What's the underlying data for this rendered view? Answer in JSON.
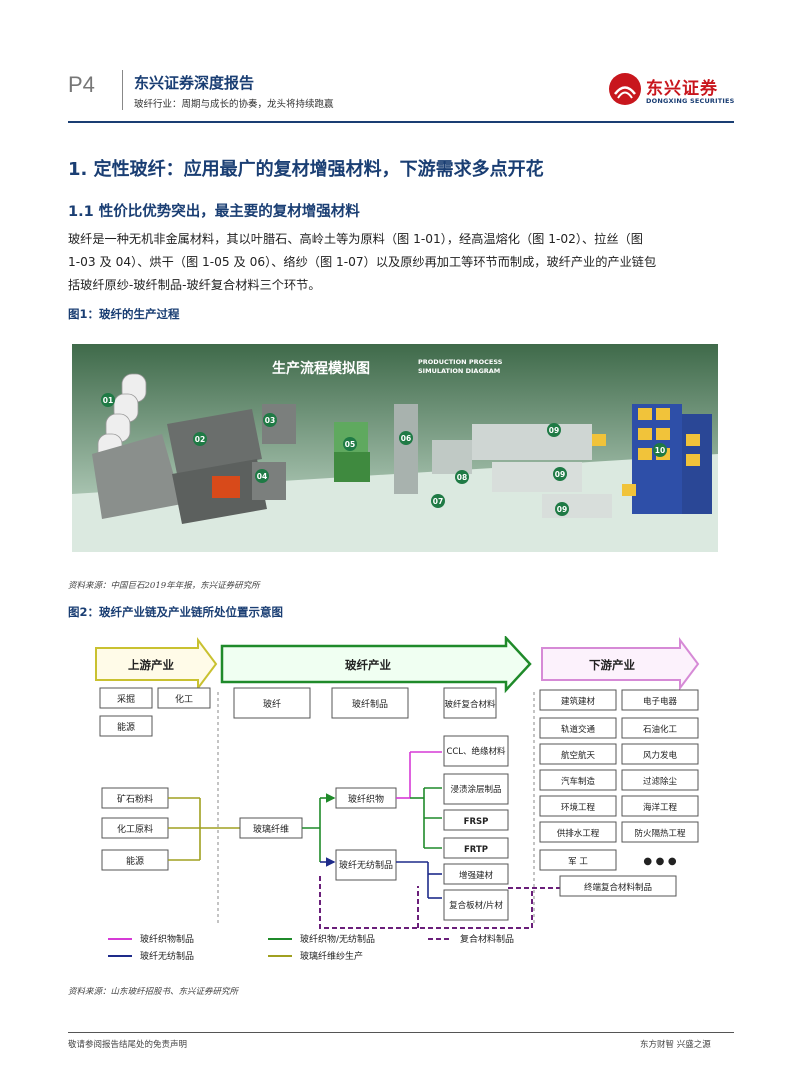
{
  "header": {
    "page_number": "P4",
    "title": "东兴证券深度报告",
    "subtitle": "玻纤行业：周期与成长的协奏，龙头将持续跑赢",
    "logo_cn": "东兴证券",
    "logo_en": "DONGXING SECURITIES"
  },
  "section": {
    "h1": "1. 定性玻纤：应用最广的复材增强材料，下游需求多点开花",
    "h2": "1.1 性价比优势突出，最主要的复材增强材料",
    "paragraph_lines": [
      "玻纤是一种无机非金属材料，其以叶腊石、高岭土等为原料（图 1-01），经高温熔化（图 1-02）、拉丝（图",
      "1-03 及 04）、烘干（图 1-05 及 06）、络纱（图 1-07）以及原纱再加工等环节而制成，玻纤产业的产业链包",
      "括玻纤原纱-玻纤制品-玻纤复合材料三个环节。"
    ]
  },
  "figure1": {
    "caption": "图1：玻纤的生产过程",
    "banner_cn": "生产流程模拟图",
    "banner_en_1": "PRODUCTION PROCESS",
    "banner_en_2": "SIMULATION DIAGRAM",
    "steps": [
      "01",
      "02",
      "03",
      "04",
      "05",
      "06",
      "07",
      "08",
      "09",
      "09",
      "09",
      "10"
    ],
    "source": "资料来源：中国巨石2019年年报，东兴证券研究所"
  },
  "figure2": {
    "caption": "图2：玻纤产业链及产业链所处位置示意图",
    "arrows": {
      "upstream": "上游产业",
      "midstream": "玻纤产业",
      "downstream": "下游产业"
    },
    "upstream_top": [
      "采掘",
      "化工",
      "能源"
    ],
    "midstream_top": [
      "玻纤",
      "玻纤制品",
      "玻纤复合材料"
    ],
    "raw_inputs": [
      "矿石粉料",
      "化工原料",
      "能源"
    ],
    "glass_fiber": "玻璃纤维",
    "products": [
      "玻纤织物",
      "玻纤无纺制品"
    ],
    "composites": [
      "CCL、绝缘材料",
      "浸渍涂层制品",
      "FRSP",
      "FRTP",
      "增强建材",
      "复合板材/片材"
    ],
    "downstream": [
      "建筑建材",
      "电子电器",
      "轨道交通",
      "石油化工",
      "航空航天",
      "风力发电",
      "汽车制造",
      "过滤除尘",
      "环境工程",
      "海洋工程",
      "供排水工程",
      "防火隔热工程",
      "军  工",
      "● ● ●"
    ],
    "terminal": "终端复合材料制品",
    "legend": [
      "玻纤织物制品",
      "玻纤无纺制品",
      "玻纤织物/无纺制品",
      "玻璃纤维纱生产",
      "复合材料制品"
    ],
    "colors": {
      "magenta": "#d63ad6",
      "navy": "#1e2b8a",
      "green": "#1f8a2a",
      "olive": "#a0a020",
      "purple": "#6a1f7a"
    },
    "source": "资料来源：山东玻纤招股书、东兴证券研究所"
  },
  "footer": {
    "left": "敬请参阅报告结尾处的免责声明",
    "right": "东方财智 兴盛之源"
  }
}
